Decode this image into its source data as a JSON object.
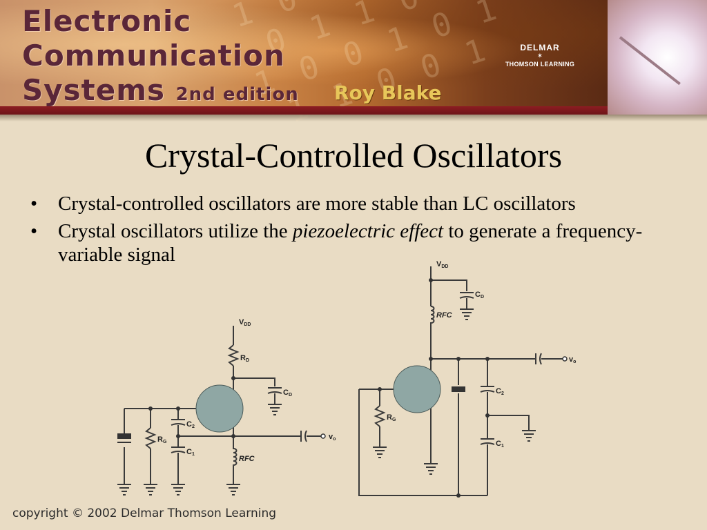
{
  "banner": {
    "title_line1": "Electronic",
    "title_line2": "Communication",
    "title_line3": "Systems",
    "edition": "2nd edition",
    "author": "Roy Blake",
    "publisher": "DELMAR",
    "publisher_sub": "THOMSON LEARNING"
  },
  "slide": {
    "title": "Crystal-Controlled Oscillators",
    "bullets": [
      {
        "text": "Crystal-controlled oscillators are more stable than LC oscillators"
      },
      {
        "before": "Crystal oscillators utilize the ",
        "emphasis": "piezoelectric effect",
        "after": " to generate a frequency-variable signal"
      }
    ]
  },
  "circuit": {
    "left": {
      "vdd": "V",
      "vdd_sub": "DD",
      "rd": "R",
      "rd_sub": "D",
      "cd": "C",
      "cd_sub": "D",
      "c2": "C",
      "c2_sub": "2",
      "c1": "C",
      "c1_sub": "1",
      "rg": "R",
      "rg_sub": "G",
      "rfc": "RFC",
      "vo": "v",
      "vo_sub": "o"
    },
    "right": {
      "vdd": "V",
      "vdd_sub": "DD",
      "cd": "C",
      "cd_sub": "D",
      "rfc": "RFC",
      "vo": "v",
      "vo_sub": "o",
      "rg": "R",
      "rg_sub": "G",
      "c2": "C",
      "c2_sub": "2",
      "c1": "C",
      "c1_sub": "1"
    }
  },
  "footer": {
    "copyright": "copyright © 2002 Delmar Thomson Learning"
  }
}
